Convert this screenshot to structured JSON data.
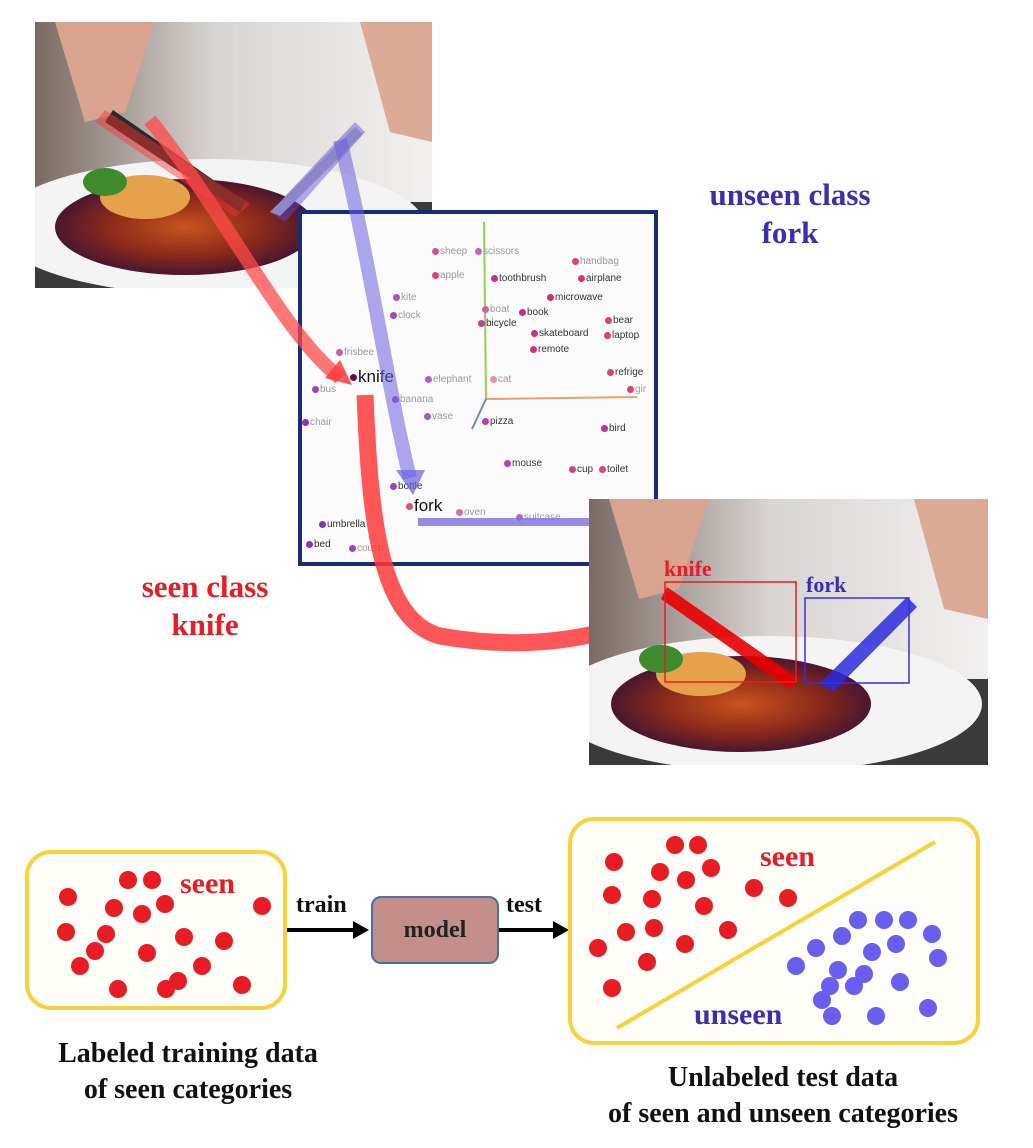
{
  "top": {
    "unseen_title_line1": "unseen class",
    "unseen_title_line2": "fork",
    "seen_title_line1": "seen class",
    "seen_title_line2": "knife",
    "detection_knife_label": "knife",
    "detection_fork_label": "fork"
  },
  "embedding": {
    "words": [
      {
        "text": "sheep",
        "style": "light"
      },
      {
        "text": "scissors",
        "style": "light"
      },
      {
        "text": "handbag",
        "style": "light"
      },
      {
        "text": "apple",
        "style": "light"
      },
      {
        "text": "toothbrush",
        "style": "dark"
      },
      {
        "text": "airplane",
        "style": "dark"
      },
      {
        "text": "kite",
        "style": "light"
      },
      {
        "text": "microwave",
        "style": "dark"
      },
      {
        "text": "clock",
        "style": "light"
      },
      {
        "text": "boat",
        "style": "light"
      },
      {
        "text": "book",
        "style": "dark"
      },
      {
        "text": "bear",
        "style": "dark"
      },
      {
        "text": "bicycle",
        "style": "dark"
      },
      {
        "text": "skateboard",
        "style": "dark"
      },
      {
        "text": "laptop",
        "style": "dark"
      },
      {
        "text": "remote",
        "style": "dark"
      },
      {
        "text": "frisbee",
        "style": "light"
      },
      {
        "text": "knife",
        "style": "big"
      },
      {
        "text": "elephant",
        "style": "light"
      },
      {
        "text": "cat",
        "style": "light"
      },
      {
        "text": "refrige",
        "style": "dark"
      },
      {
        "text": "bus",
        "style": "light"
      },
      {
        "text": "gir",
        "style": "light"
      },
      {
        "text": "banana",
        "style": "light"
      },
      {
        "text": "vase",
        "style": "light"
      },
      {
        "text": "chair",
        "style": "light"
      },
      {
        "text": "pizza",
        "style": "dark"
      },
      {
        "text": "bird",
        "style": "dark"
      },
      {
        "text": "mouse",
        "style": "dark"
      },
      {
        "text": "cup",
        "style": "dark"
      },
      {
        "text": "toilet",
        "style": "dark"
      },
      {
        "text": "bottle",
        "style": "dark"
      },
      {
        "text": "fork",
        "style": "big"
      },
      {
        "text": "oven",
        "style": "light"
      },
      {
        "text": "suitcase",
        "style": "light"
      },
      {
        "text": "umbrella",
        "style": "dark"
      },
      {
        "text": "bed",
        "style": "dark"
      },
      {
        "text": "couch",
        "style": "light"
      }
    ]
  },
  "bottom": {
    "train_label": "train",
    "test_label": "test",
    "model_label": "model",
    "left_panel_word": "seen",
    "right_panel_seen_word": "seen",
    "right_panel_unseen_word": "unseen",
    "left_caption_line1": "Labeled training data",
    "left_caption_line2": "of seen categories",
    "right_caption_line1": "Unlabeled test data",
    "right_caption_line2": "of seen and unseen categories"
  },
  "colors": {
    "seen_red": "#e81c24",
    "unseen_blue": "#3a2fb4",
    "panel_border": "#f7d23a",
    "model_fill": "#c48f8a",
    "embedding_border": "#1a2b7a"
  }
}
